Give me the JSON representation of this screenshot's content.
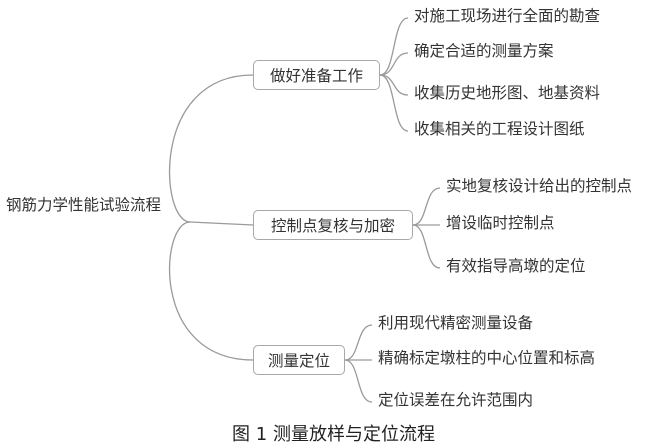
{
  "root": "钢筋力学性能试验流程",
  "branches": [
    {
      "label": "做好准备工作",
      "children": [
        "对施工现场进行全面的勘查",
        "确定合适的测量方案",
        "收集历史地形图、地基资料",
        "收集相关的工程设计图纸"
      ]
    },
    {
      "label": "控制点复核与加密",
      "children": [
        "实地复核设计给出的控制点",
        "增设临时控制点",
        "有效指导高墩的定位"
      ]
    },
    {
      "label": "测量定位",
      "children": [
        "利用现代精密测量设备",
        "精确标定墩柱的中心位置和标高",
        "定位误差在允许范围内"
      ]
    }
  ],
  "caption": "图 1  测量放样与定位流程"
}
